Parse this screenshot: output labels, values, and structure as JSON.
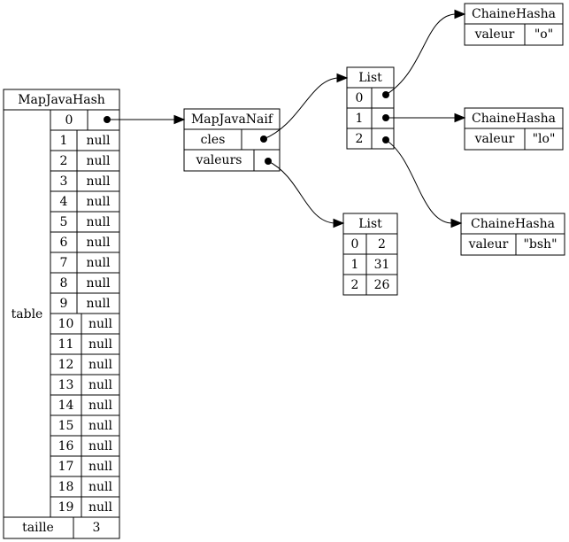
{
  "map_java_hash": {
    "title": "MapJavaHash",
    "table_label": "table",
    "rows": [
      {
        "index": "0",
        "value": ""
      },
      {
        "index": "1",
        "value": "null"
      },
      {
        "index": "2",
        "value": "null"
      },
      {
        "index": "3",
        "value": "null"
      },
      {
        "index": "4",
        "value": "null"
      },
      {
        "index": "5",
        "value": "null"
      },
      {
        "index": "6",
        "value": "null"
      },
      {
        "index": "7",
        "value": "null"
      },
      {
        "index": "8",
        "value": "null"
      },
      {
        "index": "9",
        "value": "null"
      },
      {
        "index": "10",
        "value": "null"
      },
      {
        "index": "11",
        "value": "null"
      },
      {
        "index": "12",
        "value": "null"
      },
      {
        "index": "13",
        "value": "null"
      },
      {
        "index": "14",
        "value": "null"
      },
      {
        "index": "15",
        "value": "null"
      },
      {
        "index": "16",
        "value": "null"
      },
      {
        "index": "17",
        "value": "null"
      },
      {
        "index": "18",
        "value": "null"
      },
      {
        "index": "19",
        "value": "null"
      }
    ],
    "taille_label": "taille",
    "taille_value": "3"
  },
  "map_java_naif": {
    "title": "MapJavaNaif",
    "fields": [
      "cles",
      "valeurs"
    ]
  },
  "keys_list": {
    "title": "List",
    "indices": [
      "0",
      "1",
      "2"
    ]
  },
  "values_list": {
    "title": "List",
    "rows": [
      {
        "index": "0",
        "value": "2"
      },
      {
        "index": "1",
        "value": "31"
      },
      {
        "index": "2",
        "value": "26"
      }
    ]
  },
  "chaines": [
    {
      "title": "ChaineHasha",
      "field": "valeur",
      "value": "\"o\""
    },
    {
      "title": "ChaineHasha",
      "field": "valeur",
      "value": "\"lo\""
    },
    {
      "title": "ChaineHasha",
      "field": "valeur",
      "value": "\"bsh\""
    }
  ]
}
